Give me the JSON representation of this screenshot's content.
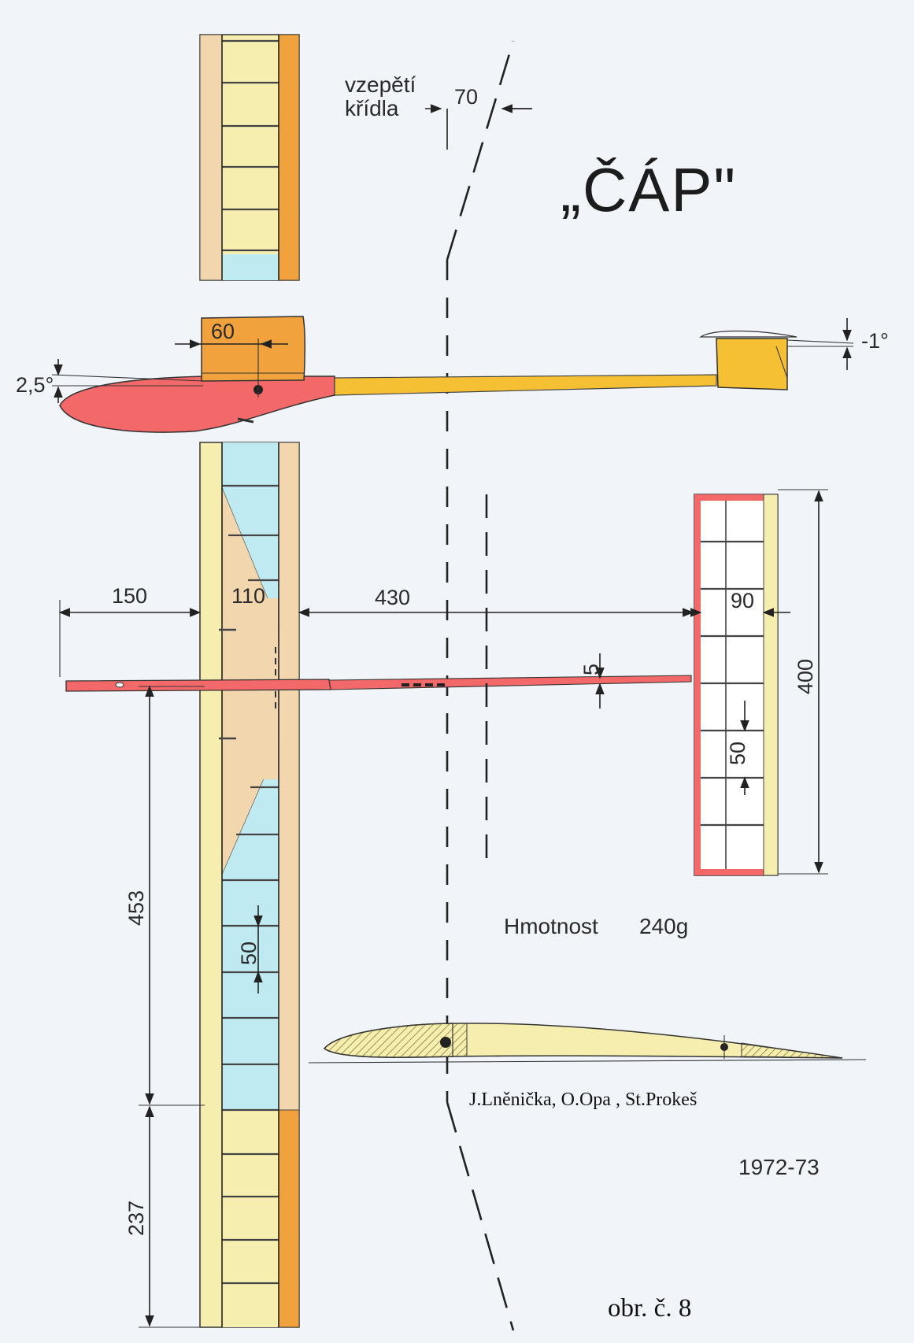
{
  "title": "„ČÁP\"",
  "dihedral_label_line1": "vzepětí",
  "dihedral_label_line2": "křídla",
  "dims": {
    "dihedral": "70",
    "pylon_chord": "60",
    "wing_incidence": "2,5°",
    "stab_incidence": "-1°",
    "nose_length": "150",
    "wing_chord": "110",
    "tail_moment": "430",
    "stab_chord": "90",
    "boom_width": "5",
    "stab_span": "400",
    "stab_rib_spacing": "50",
    "wing_rib_spacing": "50",
    "wing_center_panel": "453",
    "wing_tip_panel": "237"
  },
  "mass": {
    "label": "Hmotnost",
    "value": "240g"
  },
  "authors": "J.Lněnička, O.Opa , St.Prokeš",
  "years": "1972-73",
  "figure_caption": "obr. č. 8",
  "colors": {
    "balsa_light": "#f6eeae",
    "balsa_tan": "#f2d7ae",
    "sheet_orange": "#f2a23c",
    "fuselage_red": "#f36868",
    "boom_yellow": "#f6c035",
    "covering_blue": "#bfeaf2",
    "ink": "#222222"
  }
}
